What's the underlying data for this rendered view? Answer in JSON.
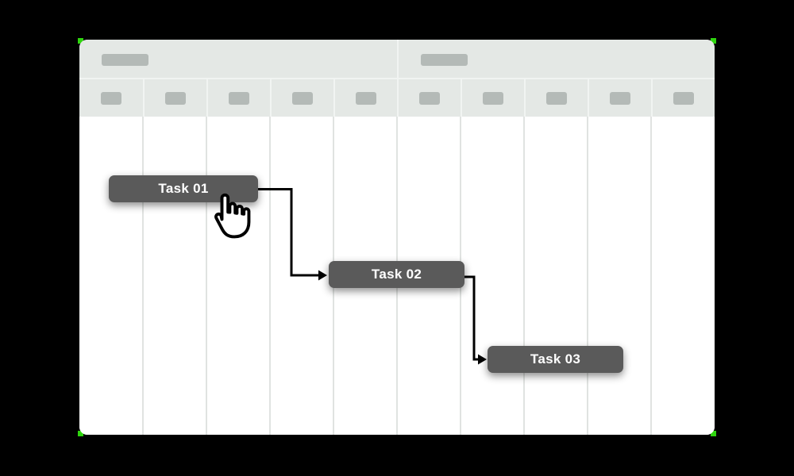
{
  "card": {
    "type": "gantt-chart-illustration",
    "header": {
      "group_placeholder_count": 2,
      "column_count": 10,
      "placeholders_have_text": false
    }
  },
  "tasks": [
    {
      "id": 1,
      "label": "Task 01"
    },
    {
      "id": 2,
      "label": "Task 02"
    },
    {
      "id": 3,
      "label": "Task 03"
    }
  ],
  "links": [
    {
      "from": "Task 01",
      "to": "Task 02"
    },
    {
      "from": "Task 02",
      "to": "Task 03"
    }
  ],
  "icons": {
    "cursor": "hand-pointer-cursor"
  },
  "colors": {
    "page_bg": "#000000",
    "card_bg": "#ffffff",
    "header_bg": "#e4e8e5",
    "header_divider": "#f1f4f2",
    "skeleton_block": "#b4bab7",
    "grid_line": "#e0e3e1",
    "task_bar": "#5a5a5a",
    "task_text": "#ffffff",
    "connector": "#000000",
    "corner_mark": "#2fd50f"
  }
}
